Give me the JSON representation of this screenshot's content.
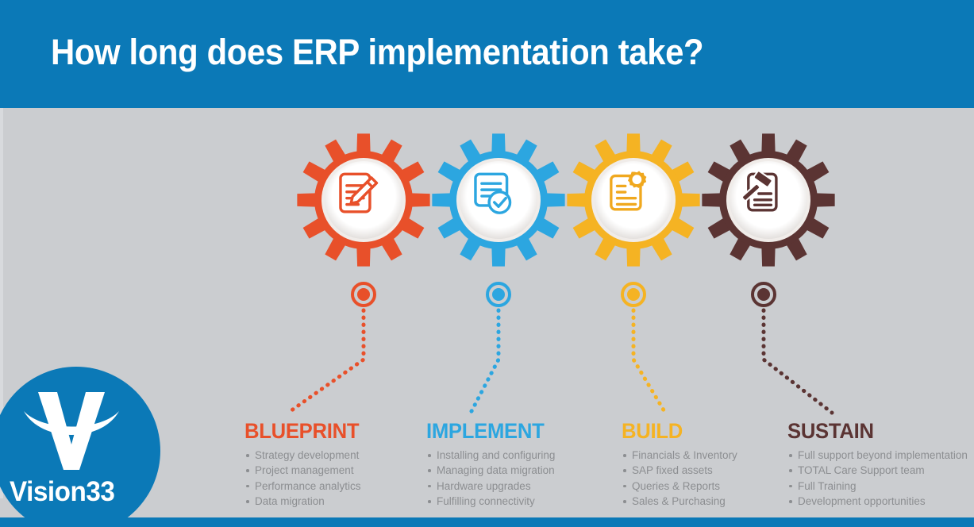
{
  "header": {
    "title": "How long does ERP implementation take?",
    "band_color": "#0b79b7"
  },
  "logo": {
    "name": "Vision33",
    "wordmark": "Vision33",
    "mark_icon": "vision33-v-swoosh-logo",
    "circle_color": "#0b79b7"
  },
  "canvas": {
    "background_color": "#cbcdd0"
  },
  "stages": [
    {
      "id": "blueprint",
      "title": "BLUEPRINT",
      "color": "#e8502a",
      "gear_icon": "document-with-pencil-icon",
      "node_icon": "timeline-node-blueprint",
      "bullets": [
        "Strategy development",
        "Project management",
        "Performance analytics",
        "Data migration"
      ]
    },
    {
      "id": "implement",
      "title": "IMPLEMENT",
      "color": "#2ca6e0",
      "gear_icon": "document-with-checkmark-icon",
      "node_icon": "timeline-node-implement",
      "bullets": [
        "Installing and configuring",
        "Managing data migration",
        "Hardware upgrades",
        "Fulfilling connectivity"
      ]
    },
    {
      "id": "build",
      "title": "BUILD",
      "color": "#f5b323",
      "gear_icon": "document-with-gear-icon",
      "node_icon": "timeline-node-build",
      "bullets": [
        "Financials & Inventory",
        "SAP fixed assets",
        "Queries & Reports",
        "Sales & Purchasing"
      ]
    },
    {
      "id": "sustain",
      "title": "SUSTAIN",
      "color": "#5b3433",
      "gear_icon": "document-with-gavel-icon",
      "node_icon": "timeline-node-sustain",
      "bullets": [
        "Full support beyond implementation",
        "TOTAL Care Support team",
        "Full Training",
        "Development opportunities"
      ]
    }
  ]
}
